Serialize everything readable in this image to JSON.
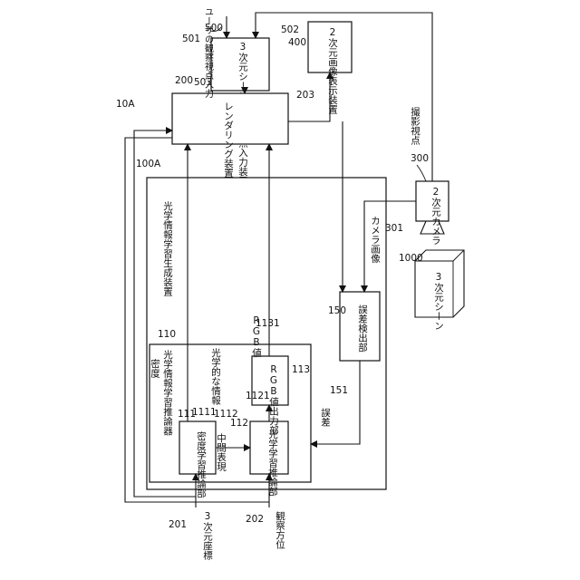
{
  "figure": {
    "system_ref": "10A",
    "user_viewpoint_input": "ユーザの観察視点入力",
    "capture_viewpoint": "撮影視点",
    "input_device": {
      "ref": "500",
      "label": "3次元シーンの観察視点入力装置"
    },
    "display_device": {
      "ref": "400",
      "label": "2次元画像表示装置"
    },
    "rendering_device": {
      "ref": "200",
      "label": "レンダリング装置"
    },
    "camera": {
      "ref": "300",
      "label": "2次元カメラ"
    },
    "scene": {
      "ref": "1000",
      "label": "3次元シーン"
    },
    "generator": {
      "ref": "100A",
      "label": "光学情報学習生成装置"
    },
    "estimator": {
      "ref": "110",
      "label": "光学情報学習推論器"
    },
    "density_unit": {
      "ref": "111",
      "label": "密度学習推論部"
    },
    "optical_unit": {
      "ref": "112",
      "label": "光学学習推論部"
    },
    "rgb_unit": {
      "ref": "113",
      "label": "RGB値出力部"
    },
    "error_unit": {
      "ref": "150",
      "label": "誤差検出部"
    },
    "signals": {
      "s501": "501",
      "s502": "502",
      "s503": "503",
      "s203": "203",
      "s301": "301",
      "s151": "151",
      "s1111": "1111",
      "s1112": "1112",
      "s1121": "1121",
      "s1131": "1131",
      "s201": "201",
      "s202": "202",
      "density": "密度",
      "optical_info": "光学的な情報",
      "intermediate": "中間表現",
      "rgb_value": "RGB値",
      "camera_image": "カメラ画像",
      "error": "誤差",
      "coord3d": "3次元座標",
      "view_dir": "観察方位"
    }
  }
}
